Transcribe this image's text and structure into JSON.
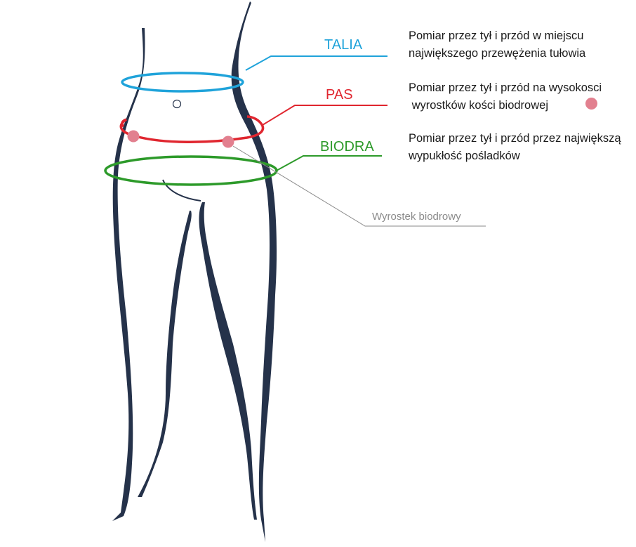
{
  "colors": {
    "talia": "#1fa3da",
    "pas": "#e0262f",
    "biodra": "#2d9a2a",
    "body_outline": "#25324a",
    "marker": "#e2808f",
    "pointer": "#8a8a8a"
  },
  "labels": {
    "talia": "TALIA",
    "pas": "PAS",
    "biodra": "BIODRA",
    "wyrostek": "Wyrostek biodrowy"
  },
  "descriptions": {
    "talia": [
      "Pomiar przez tył i przód w miejscu",
      "największego przewężenia tułowia"
    ],
    "pas": [
      "Pomiar przez tył i przód na wysokosci",
      " wyrostków kości biodrowej"
    ],
    "biodra": [
      "Pomiar przez tył i przód przez największą",
      "wypukłość pośladków"
    ]
  },
  "icons": {
    "marker": "pink-dot-icon",
    "navel": "circle-outline-icon"
  }
}
